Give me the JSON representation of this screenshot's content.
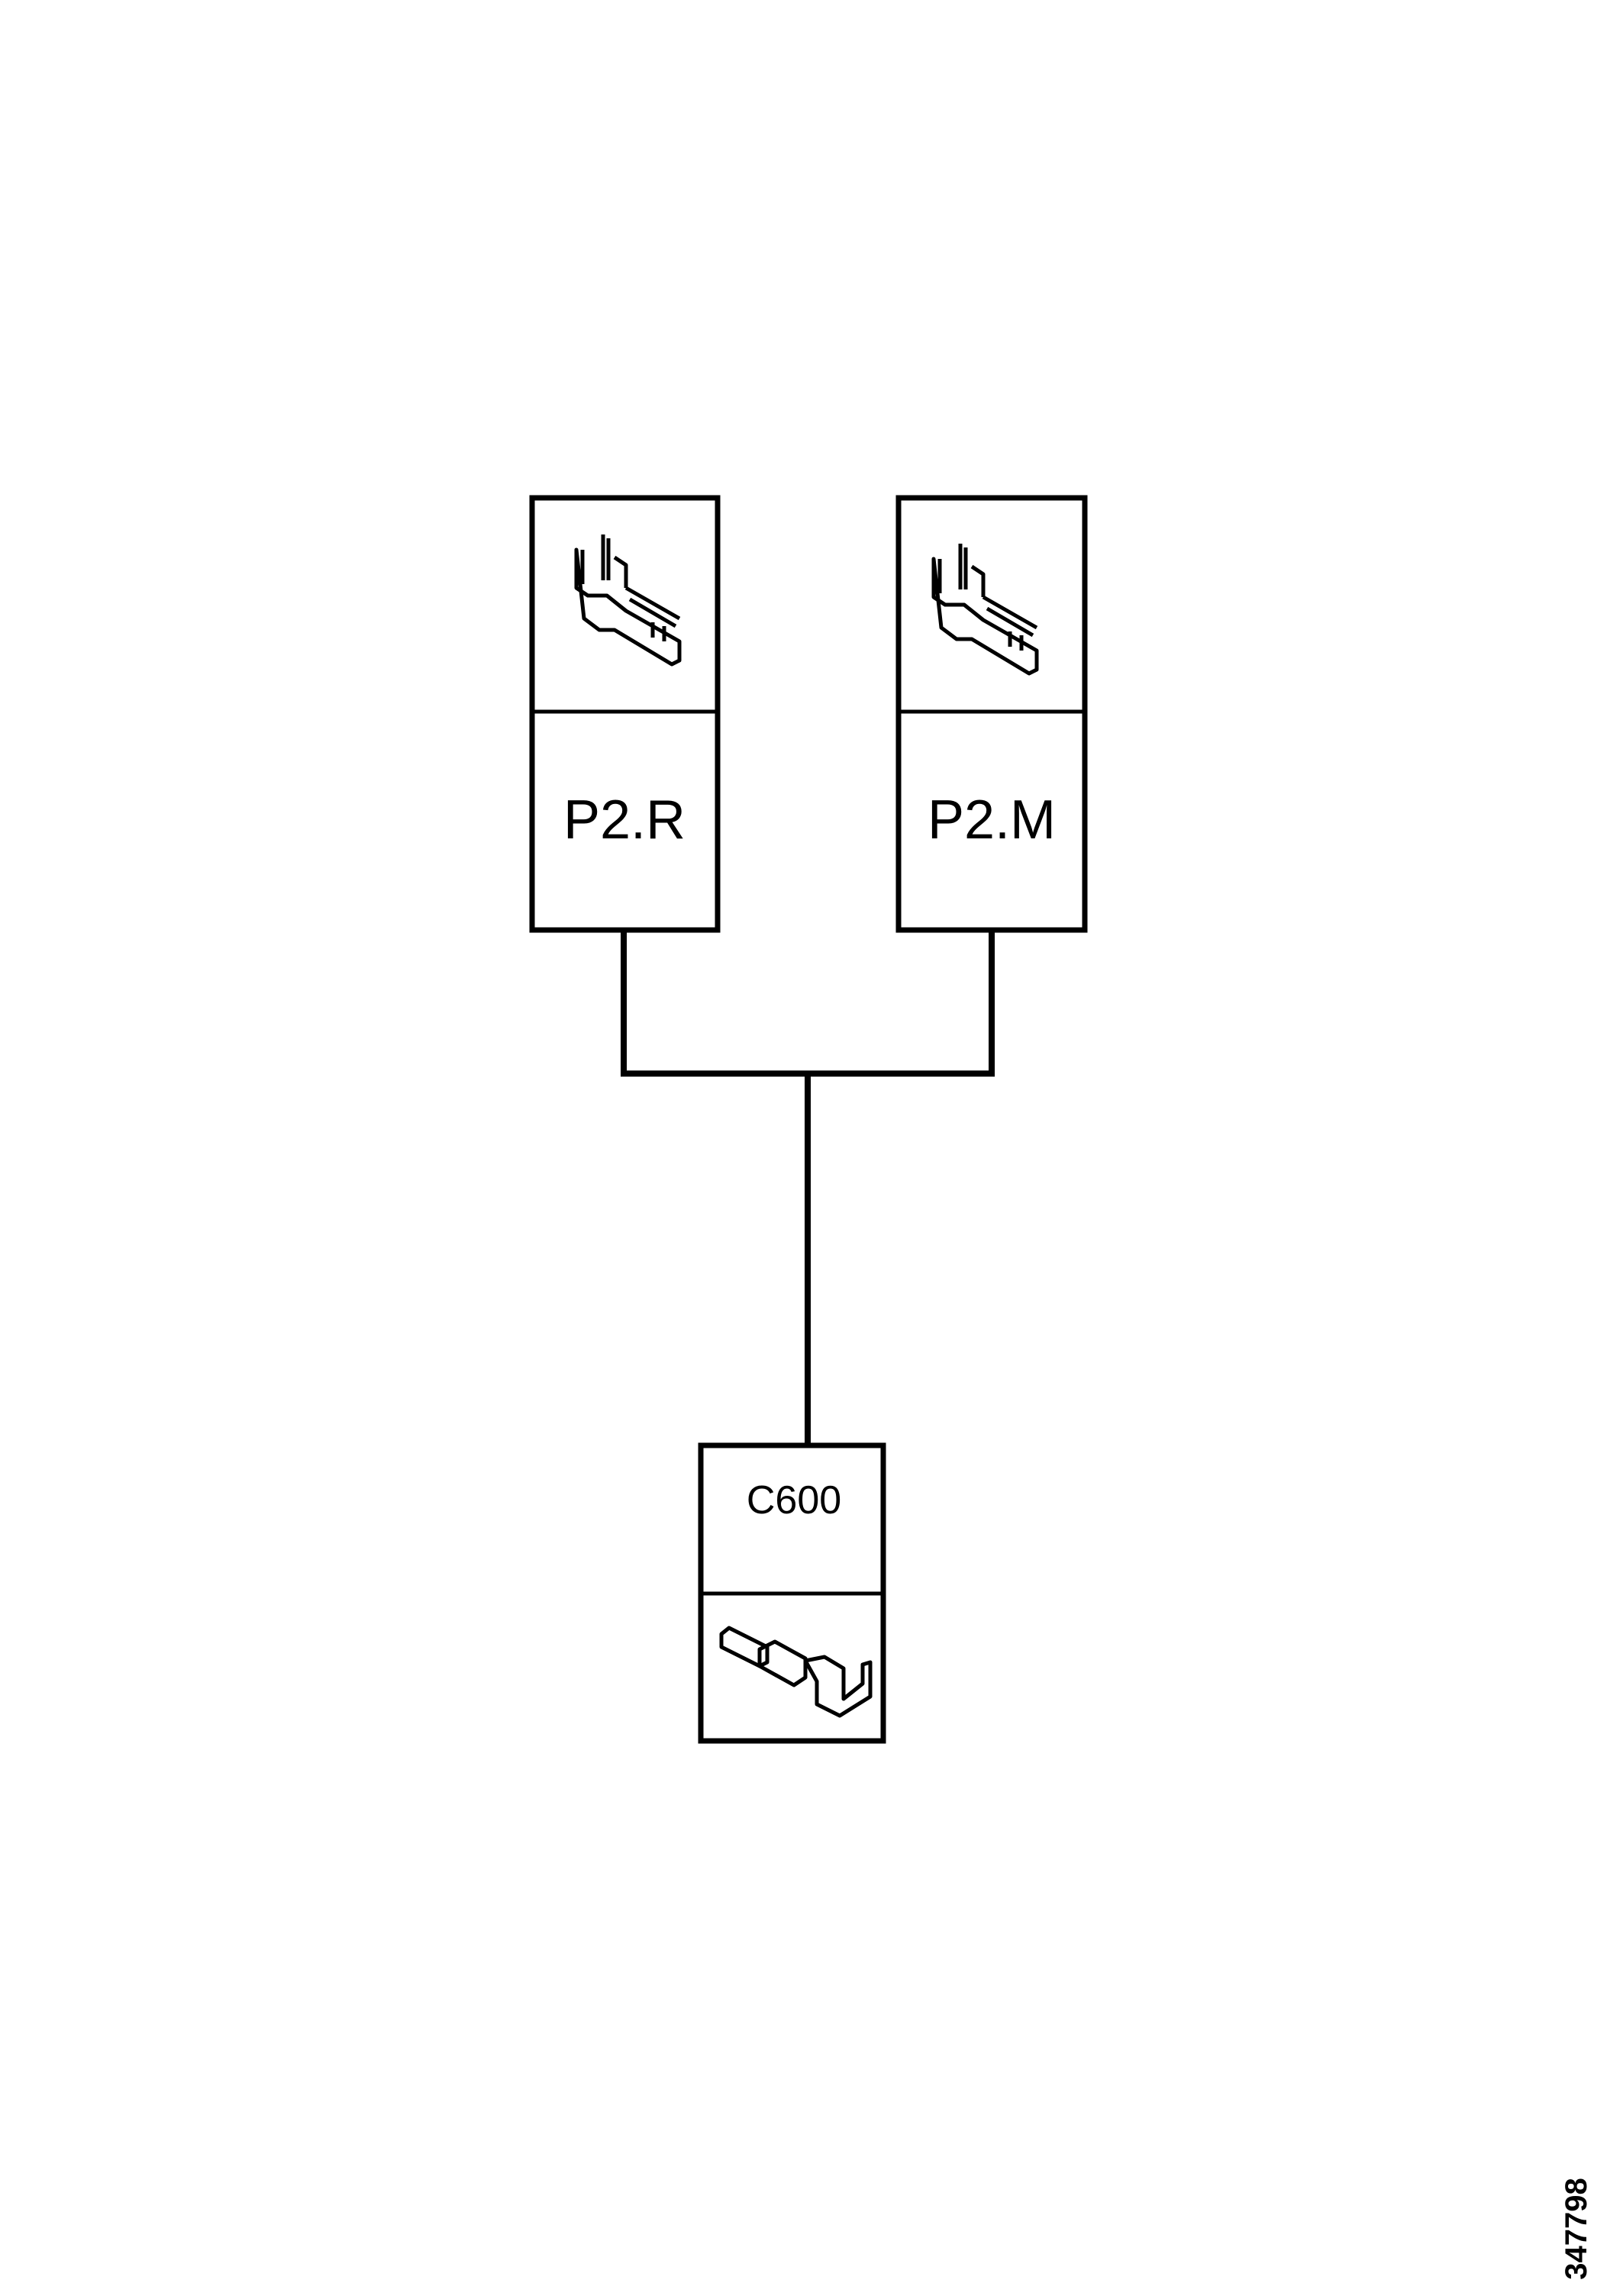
{
  "diagram": {
    "connectors": [
      {
        "label": "P2.R",
        "icon": "female-terminal-icon"
      },
      {
        "label": "P2.M",
        "icon": "female-terminal-icon"
      },
      {
        "label": "C600",
        "icon": "male-terminal-icon"
      }
    ],
    "figure_id": "347798",
    "line_color": "#000000"
  }
}
